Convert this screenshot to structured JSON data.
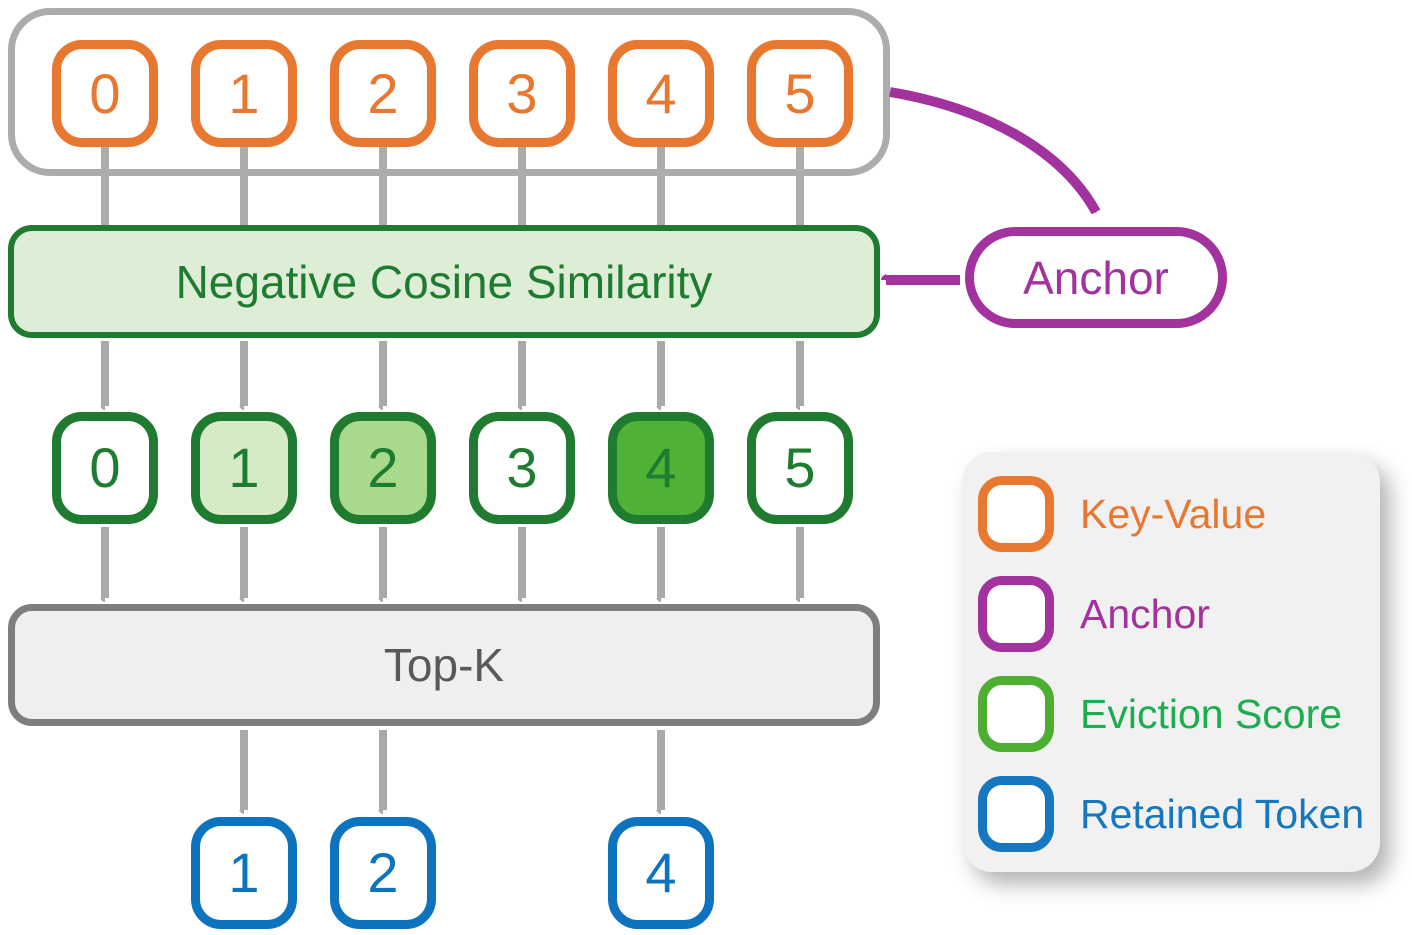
{
  "diagram": {
    "kv_row": {
      "items": [
        {
          "label": "0"
        },
        {
          "label": "1"
        },
        {
          "label": "2"
        },
        {
          "label": "3"
        },
        {
          "label": "4"
        },
        {
          "label": "5"
        }
      ]
    },
    "similarity_box": {
      "label": "Negative Cosine Similarity"
    },
    "anchor_box": {
      "label": "Anchor"
    },
    "score_row": {
      "items": [
        {
          "label": "0",
          "fill": "#FFFFFF"
        },
        {
          "label": "1",
          "fill": "#D5EBC7"
        },
        {
          "label": "2",
          "fill": "#A8D98D"
        },
        {
          "label": "3",
          "fill": "#FFFFFF"
        },
        {
          "label": "4",
          "fill": "#4FB236"
        },
        {
          "label": "5",
          "fill": "#FFFFFF"
        }
      ]
    },
    "topk_box": {
      "label": "Top-K"
    },
    "retained_row": {
      "items": [
        {
          "label": "1"
        },
        {
          "label": "2"
        },
        {
          "label": "4"
        }
      ]
    }
  },
  "legend": {
    "items": [
      {
        "label": "Key-Value",
        "swatch": "#E8782F",
        "text_color": "#E8782F"
      },
      {
        "label": "Anchor",
        "swatch": "#A2329E",
        "text_color": "#A2329E"
      },
      {
        "label": "Eviction Score",
        "swatch": "#4DAF31",
        "text_color": "#1CAD4E"
      },
      {
        "label": "Retained Token",
        "swatch": "#1477C0",
        "text_color": "#1477C0"
      }
    ]
  },
  "palette": {
    "key_value_orange": "#E8782F",
    "anchor_purple": "#A2329E",
    "eviction_dark_green": "#1E7B2F",
    "similarity_fill": "#DEEDD5",
    "retained_blue": "#0E73BE",
    "arrow_gray": "#A9A9A9",
    "container_gray": "#ACACAC",
    "topk_fill": "#EFEFEF"
  }
}
